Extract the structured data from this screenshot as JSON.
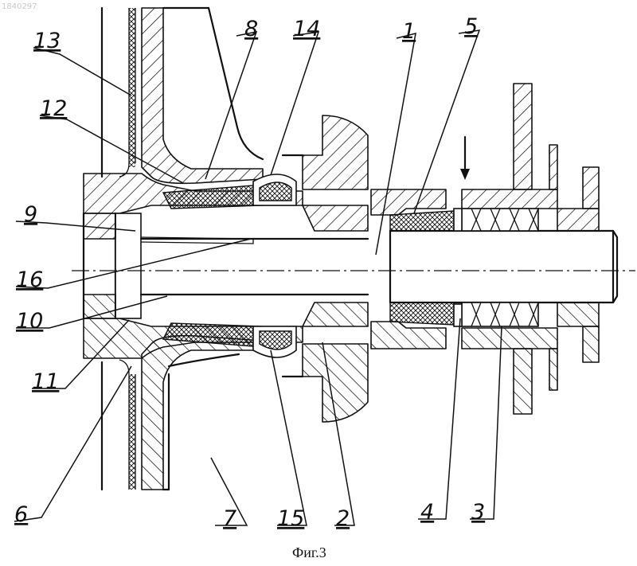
{
  "document_id": "1840297",
  "caption": "Фиг.3",
  "reference_numerals": {
    "n1": "1",
    "n2": "2",
    "n3": "3",
    "n4": "4",
    "n5": "5",
    "n6": "6",
    "n7": "7",
    "n8": "8",
    "n9": "9",
    "n10": "10",
    "n11": "11",
    "n12": "12",
    "n13": "13",
    "n14": "14",
    "n15": "15",
    "n16": "16"
  }
}
